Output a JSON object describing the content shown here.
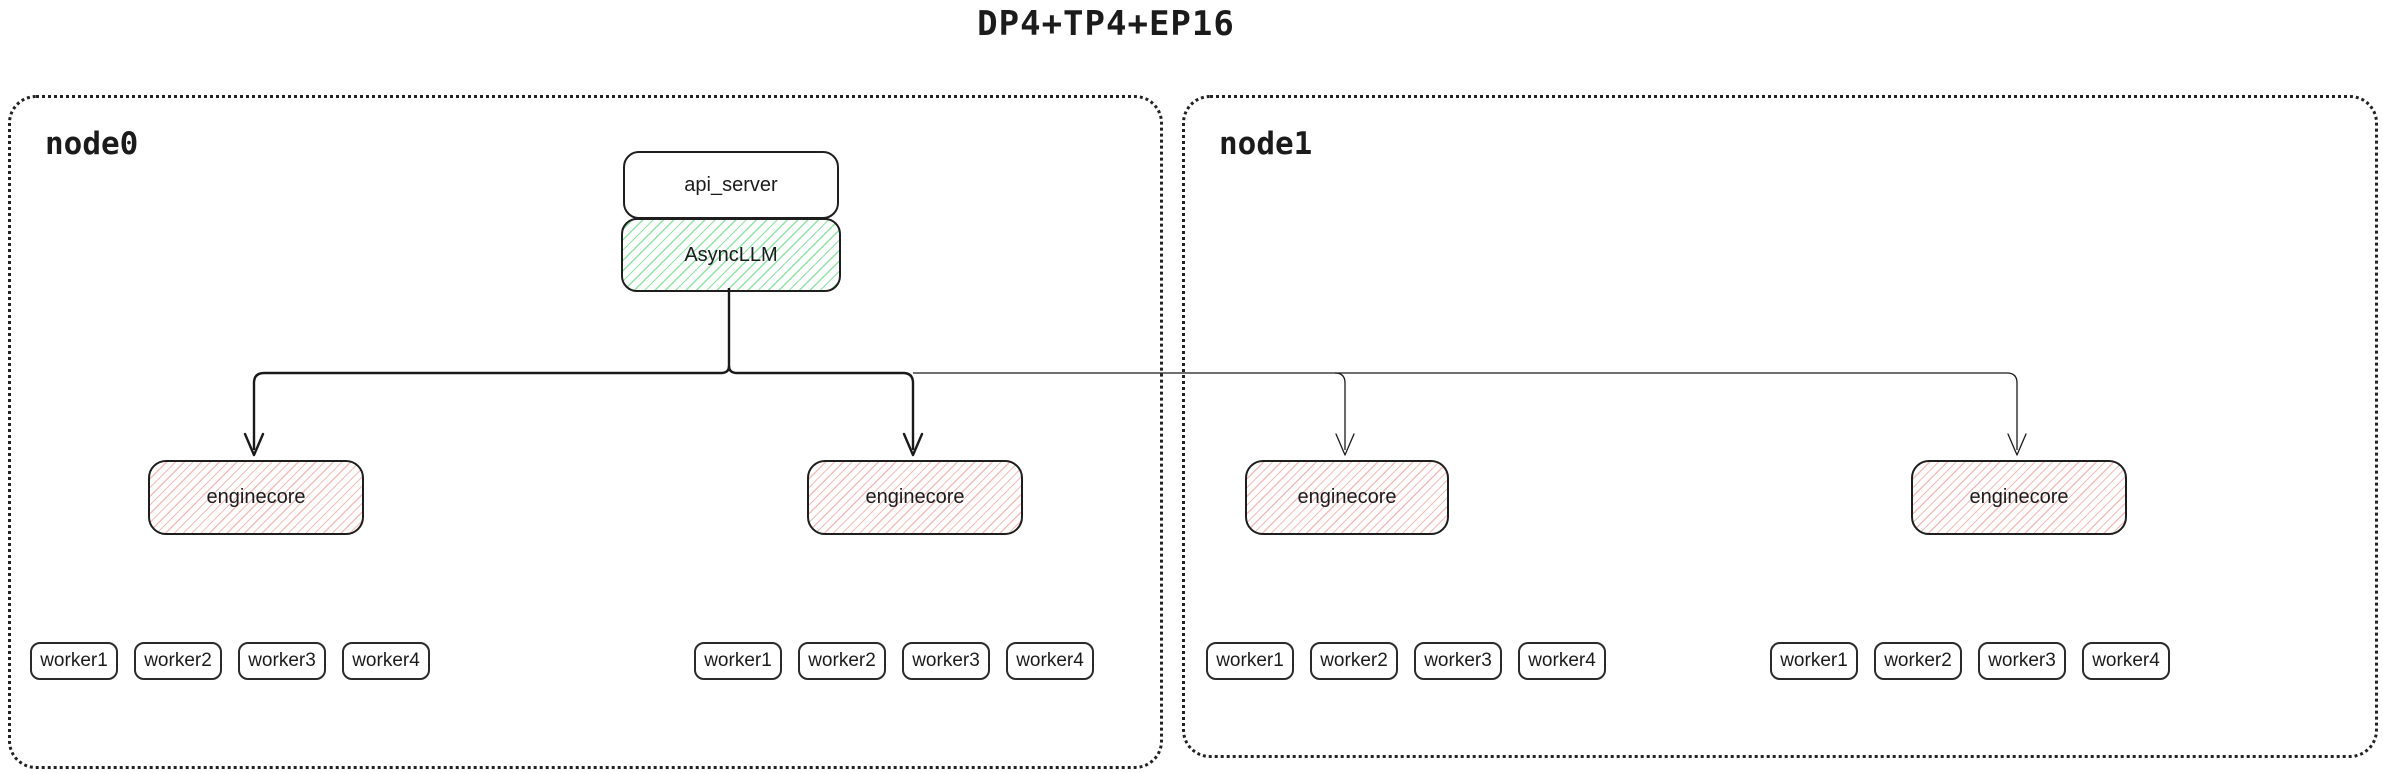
{
  "title": "DP4+TP4+EP16",
  "colors": {
    "green_hatch": "#8ee6a4",
    "red_hatch": "#f6beb8",
    "line": "#1a1a1a"
  },
  "nodes": [
    {
      "label": "node0",
      "api_server_label": "api_server",
      "asyncllm_label": "AsyncLLM",
      "enginecores": [
        "enginecore",
        "enginecore"
      ],
      "worker_groups": [
        [
          "worker1",
          "worker2",
          "worker3",
          "worker4"
        ],
        [
          "worker1",
          "worker2",
          "worker3",
          "worker4"
        ]
      ]
    },
    {
      "label": "node1",
      "enginecores": [
        "enginecore",
        "enginecore"
      ],
      "worker_groups": [
        [
          "worker1",
          "worker2",
          "worker3",
          "worker4"
        ],
        [
          "worker1",
          "worker2",
          "worker3",
          "worker4"
        ]
      ]
    }
  ]
}
